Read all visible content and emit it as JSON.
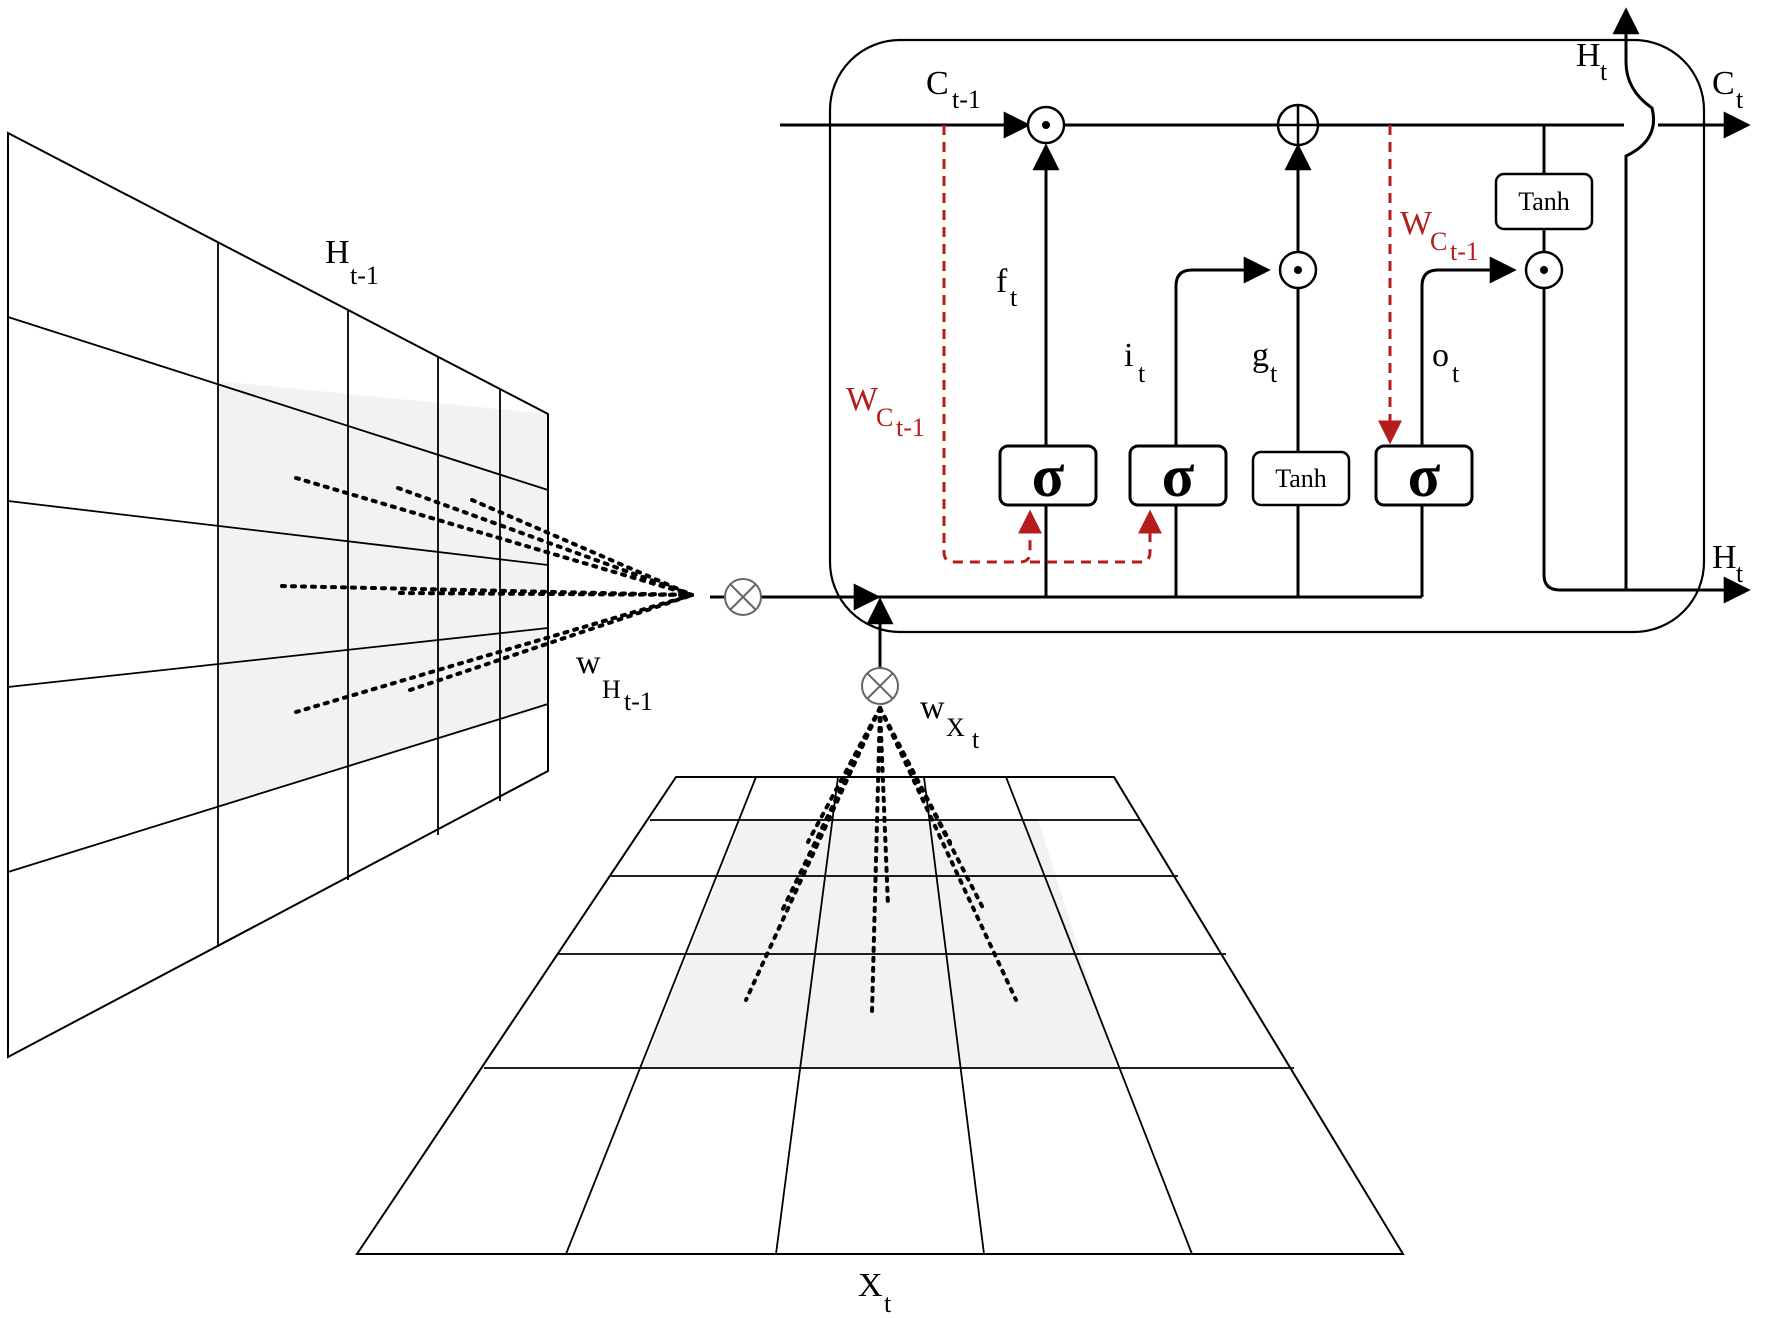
{
  "labels": {
    "h_prev": {
      "main": "H",
      "sub": "t-1"
    },
    "x_t": {
      "main": "X",
      "sub": "t"
    },
    "w_h_prev": {
      "main": "w",
      "sub": "H",
      "subsub": "t-1"
    },
    "w_x_t": {
      "main": "w",
      "sub": "X",
      "subsub": "t"
    },
    "c_prev": {
      "main": "C",
      "sub": "t-1"
    },
    "c_t": {
      "main": "C",
      "sub": "t"
    },
    "h_t_out": {
      "main": "H",
      "sub": "t"
    },
    "h_t_top": {
      "main": "H",
      "sub": "t"
    },
    "f_t": {
      "main": "f",
      "sub": "t"
    },
    "i_t": {
      "main": "i",
      "sub": "t"
    },
    "g_t": {
      "main": "g",
      "sub": "t"
    },
    "o_t": {
      "main": "o",
      "sub": "t"
    },
    "w_c_prev_left": {
      "main": "W",
      "sub": "C",
      "subsub": "t-1"
    },
    "w_c_prev_right": {
      "main": "W",
      "sub": "C",
      "subsub": "t-1"
    }
  },
  "boxes": {
    "sigma_forget": "σ",
    "sigma_input": "σ",
    "tanh_gate": "Tanh",
    "sigma_output": "σ",
    "tanh_cell": "Tanh"
  },
  "operators": {
    "hadamard": "⊙",
    "add": "⊕",
    "conv": "⊗"
  },
  "colors": {
    "line": "#000000",
    "peephole": "#b51c1c",
    "receptive_field": "#f2f2f2",
    "conv_circle": "#666666"
  }
}
